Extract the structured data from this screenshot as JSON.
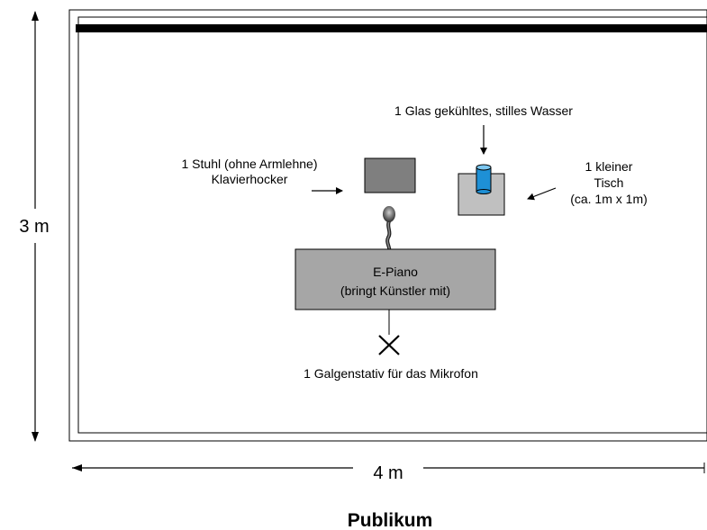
{
  "dimensions": {
    "height_label": "3 m",
    "width_label": "4 m"
  },
  "audience": "Publikum",
  "items": {
    "glass_label": "1 Glas gekühltes, stilles Wasser",
    "chair_label_line1": "1 Stuhl (ohne Armlehne)",
    "chair_label_line2": "Klavierhocker",
    "table_label_line1": "1 kleiner",
    "table_label_line2": "Tisch",
    "table_label_line3": "(ca. 1m x 1m)",
    "piano_line1": "E-Piano",
    "piano_line2": "(bringt Künstler mit)",
    "mic_stand_label": "1 Galgenstativ für das Mikrofon"
  },
  "colors": {
    "chair": "#7f7f7f",
    "table": "#c0c0c0",
    "piano": "#a6a6a6",
    "glass": "#1e90d6"
  }
}
